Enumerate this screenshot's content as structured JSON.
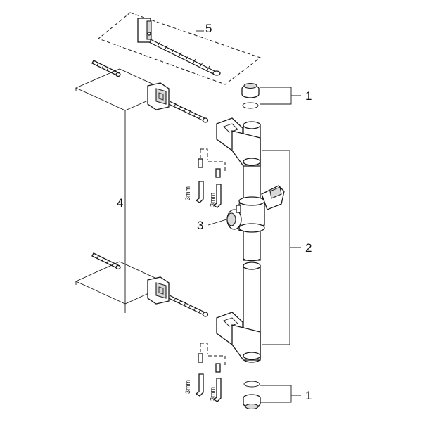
{
  "callouts": {
    "c1_top": "1",
    "c1_bottom": "1",
    "c2": "2",
    "c3": "3",
    "c4": "4",
    "c5": "5"
  },
  "tool_labels": {
    "allen_key_1": "3mm",
    "allen_key_2": "3mm",
    "allen_key_3": "3mm",
    "allen_key_4": "3mm"
  },
  "colors": {
    "line": "#1a1a1a",
    "fill": "#ffffff",
    "shade": "#d9d9d9"
  }
}
